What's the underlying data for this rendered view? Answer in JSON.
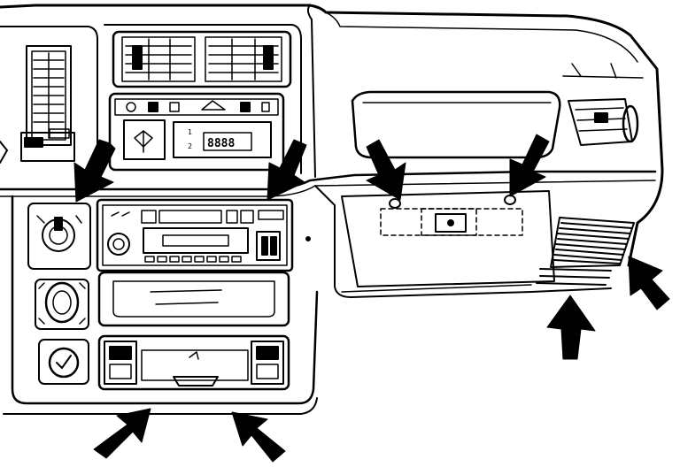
{
  "colors": {
    "ink": "#000000",
    "paper": "#ffffff",
    "shade": "#2a2a2a"
  },
  "display": {
    "digits": "8888",
    "side_marks": [
      "1",
      "2"
    ]
  },
  "callout_arrows": [
    {
      "target": "heater-control-panel-screws"
    },
    {
      "target": "radio-surround-screws"
    },
    {
      "target": "glovebox-hinge-screw-left"
    },
    {
      "target": "glovebox-hinge-screw-right"
    },
    {
      "target": "lower-console-screw-left"
    },
    {
      "target": "lower-console-screw-right"
    },
    {
      "target": "lower-trim-panel-screw-left"
    },
    {
      "target": "lower-trim-panel-screw-right"
    }
  ]
}
